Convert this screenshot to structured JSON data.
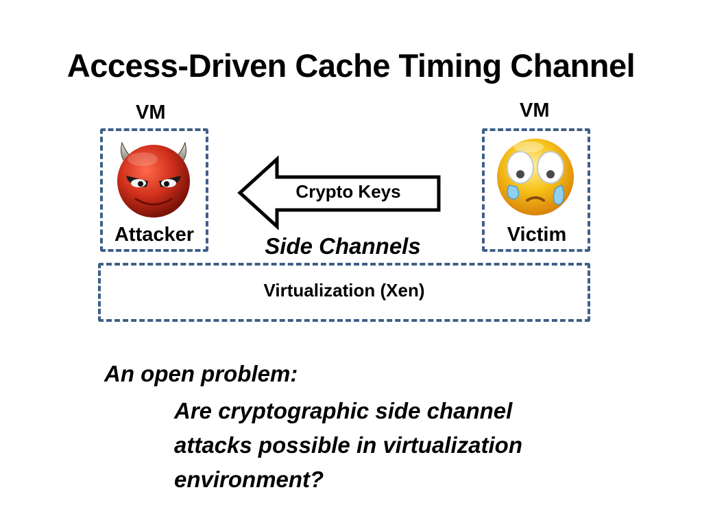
{
  "slide": {
    "title": "Access-Driven Cache Timing Channel"
  },
  "attacker_vm": {
    "vm_label": "VM",
    "name": "Attacker",
    "icon": "devil-face-icon"
  },
  "victim_vm": {
    "vm_label": "VM",
    "name": "Victim",
    "icon": "crying-face-icon"
  },
  "arrow": {
    "label": "Crypto Keys",
    "direction": "left"
  },
  "side_channels": {
    "label": "Side Channels"
  },
  "virtualization": {
    "label": "Virtualization (Xen)"
  },
  "problem": {
    "heading": "An open problem:",
    "lines": [
      "Are cryptographic side channel",
      "attacks possible in virtualization",
      "environment?"
    ]
  },
  "colors": {
    "box_border": "#3f5f86",
    "devil_red": "#c8281a",
    "victim_yellow": "#f7c21a"
  }
}
